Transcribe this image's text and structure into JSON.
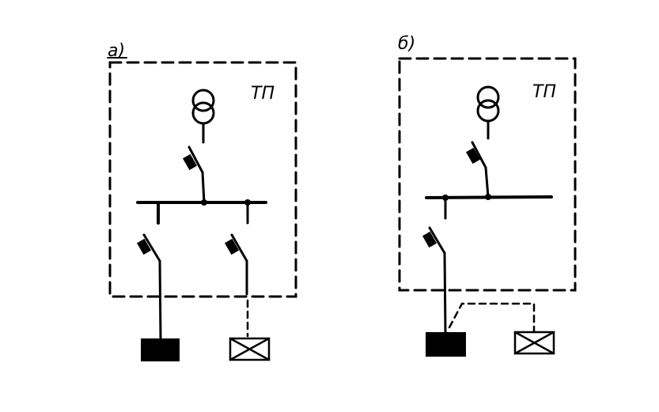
{
  "figure": {
    "panel_a": {
      "label": "а)",
      "station_label": "ТП"
    },
    "panel_b": {
      "label": "б)",
      "station_label": "ТП"
    }
  },
  "colors": {
    "ink": "#000000",
    "background": "#ffffff"
  }
}
